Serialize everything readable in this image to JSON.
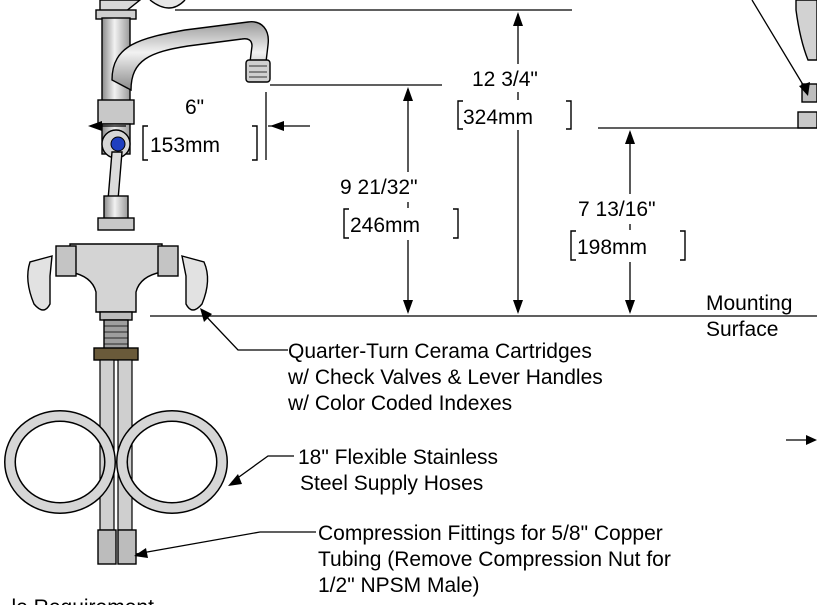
{
  "dimensions": {
    "spout_reach": {
      "inch": "6\"",
      "mm": "153mm"
    },
    "outlet_height": {
      "inch": "9 21/32\"",
      "mm": "246mm"
    },
    "overall_height": {
      "inch": "12 3/4\"",
      "mm": "324mm"
    },
    "other_height": {
      "inch": "7 13/16\"",
      "mm": "198mm"
    }
  },
  "labels": {
    "mounting_line1": "Mounting",
    "mounting_line2": "Surface",
    "cartridges_line1": "Quarter-Turn Cerama Cartridges",
    "cartridges_line2": "w/ Check Valves & Lever Handles",
    "cartridges_line3": "w/ Color Coded Indexes",
    "hoses_line1": "18\" Flexible Stainless",
    "hoses_line2": "Steel Supply Hoses",
    "fittings_line1": "Compression Fittings for 5/8\" Copper",
    "fittings_line2": "Tubing (Remove Compression Nut for",
    "fittings_line3": "1/2\" NPSM Male)",
    "bottom_left_cut": "...le Requirement"
  },
  "colors": {
    "index_blue": "#1f3fbf",
    "metal_light": "#e4e4e4",
    "metal_mid": "#bdbdbd",
    "metal_dark": "#7a7a7a",
    "brass": "#6a5a3a"
  }
}
